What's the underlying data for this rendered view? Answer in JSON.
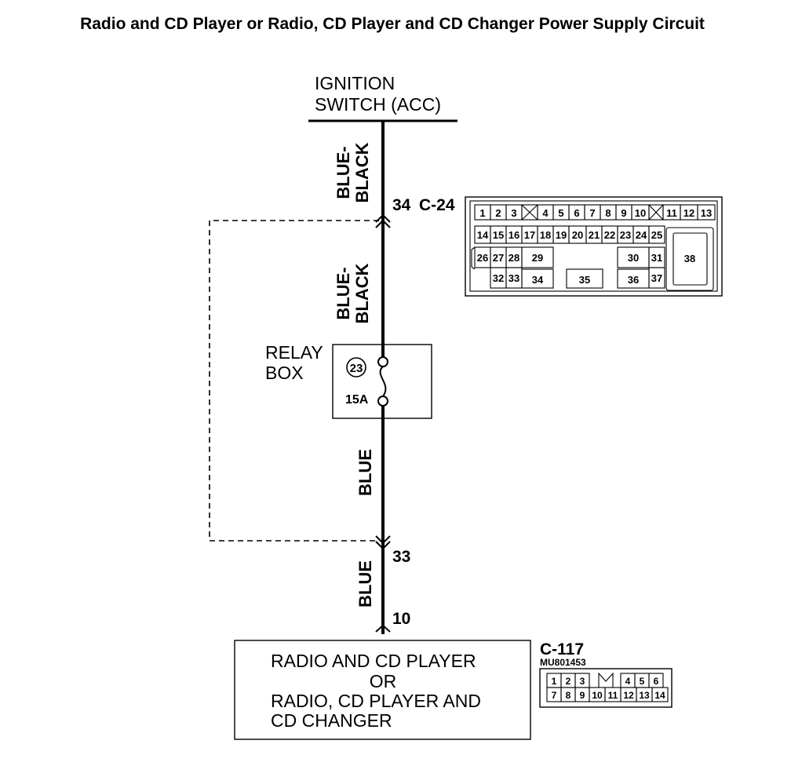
{
  "title": "Radio and CD Player or Radio, CD Player and CD Changer Power Supply Circuit",
  "ignition_switch": {
    "line1": "IGNITION",
    "line2": "SWITCH (ACC)"
  },
  "wires": {
    "upper_color": "BLUE-BLACK",
    "upper_line1": "BLUE-",
    "upper_line2": "BLACK",
    "middle_line1": "BLUE-",
    "middle_line2": "BLACK",
    "lower_color": "BLUE",
    "bottom_color": "BLUE"
  },
  "connector_c24": {
    "id": "C-24",
    "pin_top": "34",
    "pin_bottom": "33",
    "row1": [
      "1",
      "2",
      "3",
      "4",
      "5",
      "6",
      "7",
      "8",
      "9",
      "10",
      "11",
      "12",
      "13"
    ],
    "row2": [
      "14",
      "15",
      "16",
      "17",
      "18",
      "19",
      "20",
      "21",
      "22",
      "23",
      "24",
      "25"
    ],
    "row3": [
      "26",
      "27",
      "28",
      "29",
      "30",
      "31",
      "38"
    ],
    "row4": [
      "32",
      "33",
      "34",
      "35",
      "36",
      "37"
    ]
  },
  "relay_box": {
    "line1": "RELAY",
    "line2": "BOX",
    "fuse_number": "23",
    "fuse_rating": "15A"
  },
  "radio_unit": {
    "line1": "RADIO AND CD PLAYER",
    "line2": "OR",
    "line3": "RADIO, CD PLAYER AND",
    "line4": "CD CHANGER",
    "pin": "10"
  },
  "connector_c117": {
    "id": "C-117",
    "part_code": "MU801453",
    "row1": [
      "1",
      "2",
      "3",
      "4",
      "5",
      "6"
    ],
    "row2": [
      "7",
      "8",
      "9",
      "10",
      "11",
      "12",
      "13",
      "14"
    ]
  }
}
